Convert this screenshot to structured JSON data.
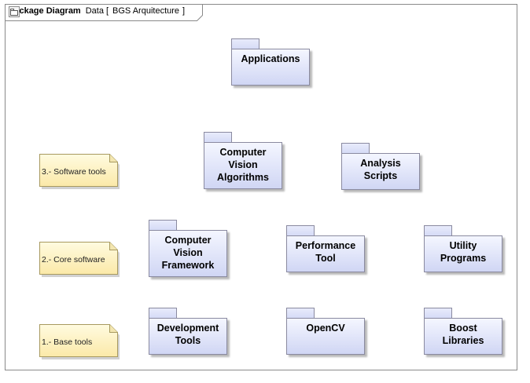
{
  "frame": {
    "kind": "Package Diagram",
    "context": "Data",
    "open_bracket": "[",
    "context_name": "BGS Arquitecture",
    "close_bracket": "]",
    "context_icon": "package-icon"
  },
  "packages": {
    "applications": "Applications",
    "cv_algorithms": [
      "Computer",
      "Vision",
      "Algorithms"
    ],
    "analysis_scripts": [
      "Analysis",
      "Scripts"
    ],
    "cv_framework": [
      "Computer",
      "Vision",
      "Framework"
    ],
    "performance_tool": [
      "Performance",
      "Tool"
    ],
    "utility_programs": [
      "Utility",
      "Programs"
    ],
    "development_tools": [
      "Development",
      "Tools"
    ],
    "opencv": "OpenCV",
    "boost_libraries": [
      "Boost",
      "Libraries"
    ]
  },
  "notes": {
    "software_tools": "3.- Software tools",
    "core_software": "2.- Core software",
    "base_tools": "1.- Base tools"
  },
  "colors": {
    "package_fill": "#dfe3f8",
    "note_fill": "#fdf2c4",
    "border": "#8a8aa0"
  }
}
